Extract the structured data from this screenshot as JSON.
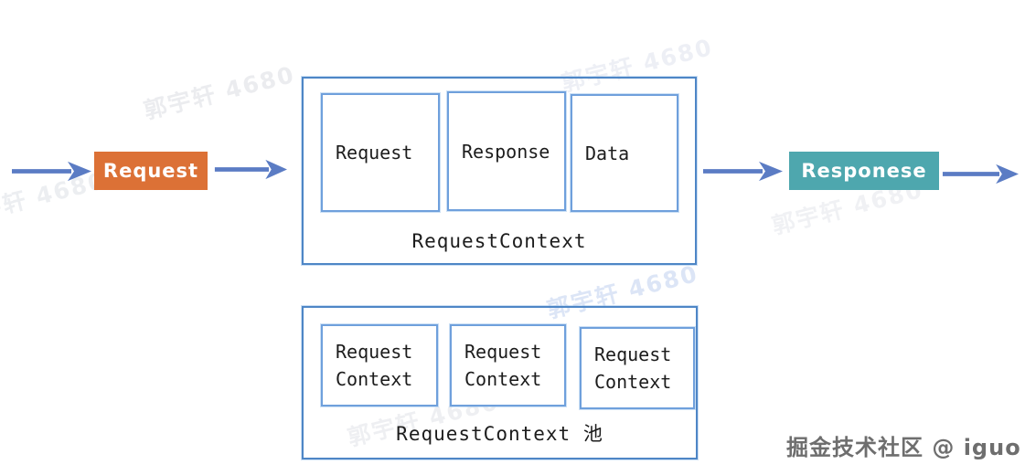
{
  "colors": {
    "request_fill": "#DC7136",
    "response_fill": "#4EA7AE",
    "arrow": "#5B7CC4",
    "outer_border": "#4E86C6",
    "inner_border": "#6FA0DC"
  },
  "flow": {
    "request_label": "Request",
    "response_label": "Responese"
  },
  "request_context": {
    "items": [
      "Request",
      "Response",
      "Data"
    ],
    "caption": "RequestContext"
  },
  "pool": {
    "items": [
      {
        "line1": "Request",
        "line2": "Context"
      },
      {
        "line1": "Request",
        "line2": "Context"
      },
      {
        "line1": "Request",
        "line2": "Context"
      }
    ],
    "caption": "RequestContext 池"
  },
  "watermark": {
    "text": "郭宇轩 4680"
  },
  "attribution": {
    "text": "掘金技术社区 @ iguo"
  }
}
